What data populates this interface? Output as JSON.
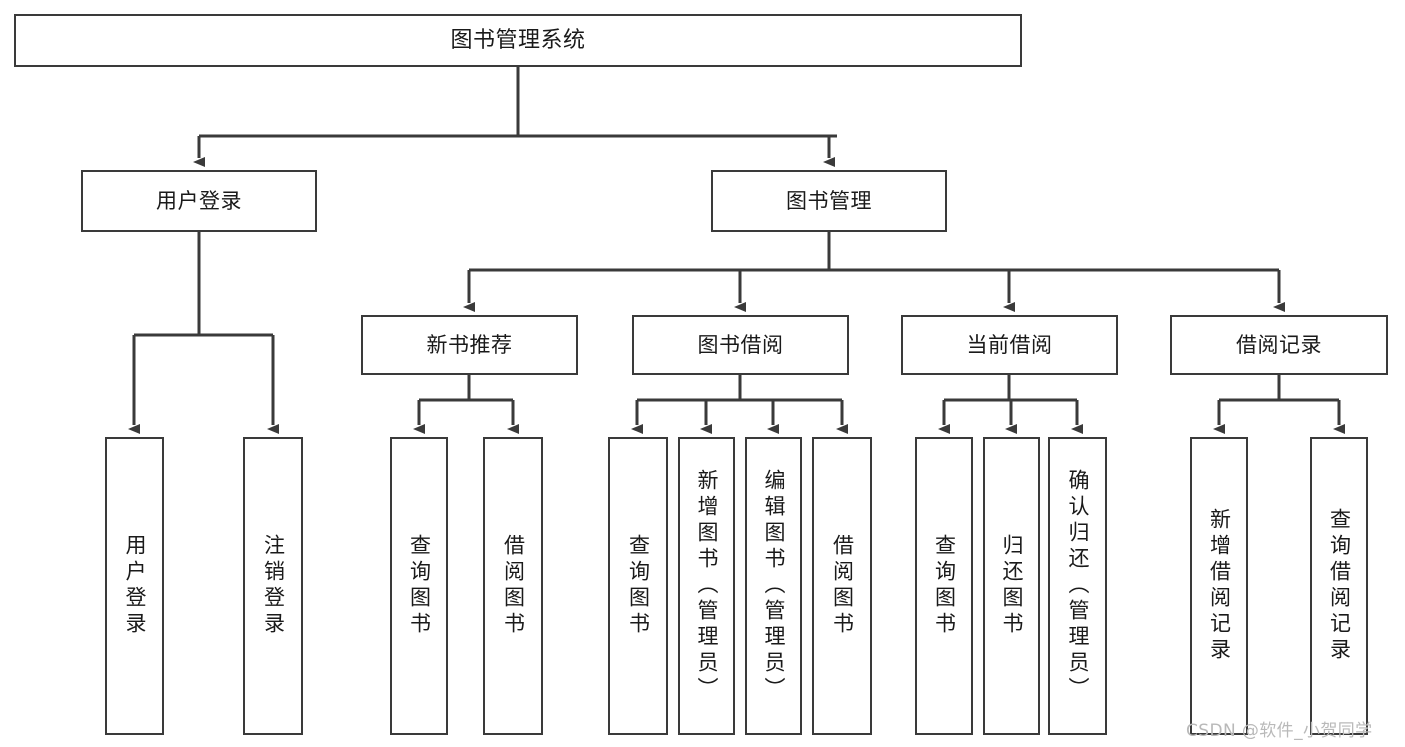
{
  "diagram": {
    "type": "tree-hierarchy-chart",
    "title": "图书管理系统",
    "stroke_color": "#3a3a3a",
    "text_color": "#1a1a1a",
    "background": "#ffffff",
    "levels": [
      {
        "level": 1,
        "nodes": [
          {
            "id": "root",
            "label": "图书管理系统",
            "orientation": "horizontal"
          }
        ]
      },
      {
        "level": 2,
        "nodes": [
          {
            "id": "user-login",
            "label": "用户登录",
            "orientation": "horizontal",
            "parent": "root"
          },
          {
            "id": "book-manage",
            "label": "图书管理",
            "orientation": "horizontal",
            "parent": "root"
          }
        ]
      },
      {
        "level": 3,
        "nodes": [
          {
            "id": "new-book-rec",
            "label": "新书推荐",
            "orientation": "horizontal",
            "parent": "book-manage"
          },
          {
            "id": "book-borrow",
            "label": "图书借阅",
            "orientation": "horizontal",
            "parent": "book-manage"
          },
          {
            "id": "current-borrow",
            "label": "当前借阅",
            "orientation": "horizontal",
            "parent": "book-manage"
          },
          {
            "id": "borrow-record",
            "label": "借阅记录",
            "orientation": "horizontal",
            "parent": "book-manage"
          }
        ]
      },
      {
        "level": 4,
        "nodes": [
          {
            "id": "leaf-user-login",
            "label": "用户登录",
            "orientation": "vertical",
            "parent": "user-login"
          },
          {
            "id": "leaf-logout",
            "label": "注销登录",
            "orientation": "vertical",
            "parent": "user-login"
          },
          {
            "id": "leaf-query-book-1",
            "label": "查询图书",
            "orientation": "vertical",
            "parent": "new-book-rec"
          },
          {
            "id": "leaf-borrow-book-1",
            "label": "借阅图书",
            "orientation": "vertical",
            "parent": "new-book-rec"
          },
          {
            "id": "leaf-query-book-2",
            "label": "查询图书",
            "orientation": "vertical",
            "parent": "book-borrow"
          },
          {
            "id": "leaf-add-book",
            "label": "新增图书（管理员）",
            "orientation": "vertical",
            "parent": "book-borrow"
          },
          {
            "id": "leaf-edit-book",
            "label": "编辑图书（管理员）",
            "orientation": "vertical",
            "parent": "book-borrow"
          },
          {
            "id": "leaf-borrow-book-2",
            "label": "借阅图书",
            "orientation": "vertical",
            "parent": "book-borrow"
          },
          {
            "id": "leaf-query-book-3",
            "label": "查询图书",
            "orientation": "vertical",
            "parent": "current-borrow"
          },
          {
            "id": "leaf-return-book",
            "label": "归还图书",
            "orientation": "vertical",
            "parent": "current-borrow"
          },
          {
            "id": "leaf-confirm-return",
            "label": "确认归还（管理员）",
            "orientation": "vertical",
            "parent": "current-borrow"
          },
          {
            "id": "leaf-add-record",
            "label": "新增借阅记录",
            "orientation": "vertical",
            "parent": "borrow-record"
          },
          {
            "id": "leaf-query-record",
            "label": "查询借阅记录",
            "orientation": "vertical",
            "parent": "borrow-record"
          }
        ]
      }
    ]
  },
  "watermark": {
    "text": "CSDN @软件_小贺同学"
  }
}
